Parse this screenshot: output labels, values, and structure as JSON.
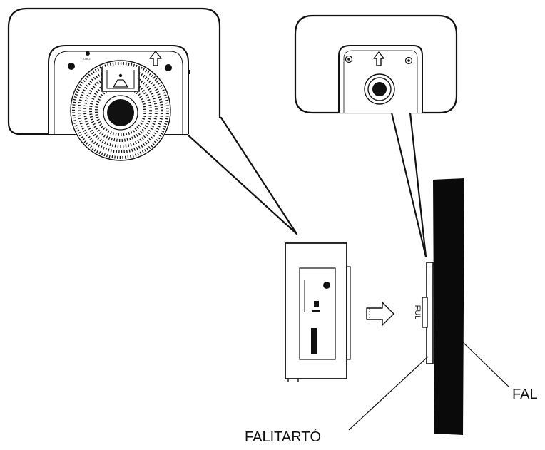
{
  "labels": {
    "wall": "FAL",
    "wall_bracket": "FALITARTÓ",
    "top_mark": "ᵀᴼ ᴿᴸᴵᵀ",
    "side_mark": "FUL"
  },
  "icons": [
    "up-arrow-icon",
    "right-arrow-icon",
    "speaker-grille",
    "mounting-hole"
  ]
}
